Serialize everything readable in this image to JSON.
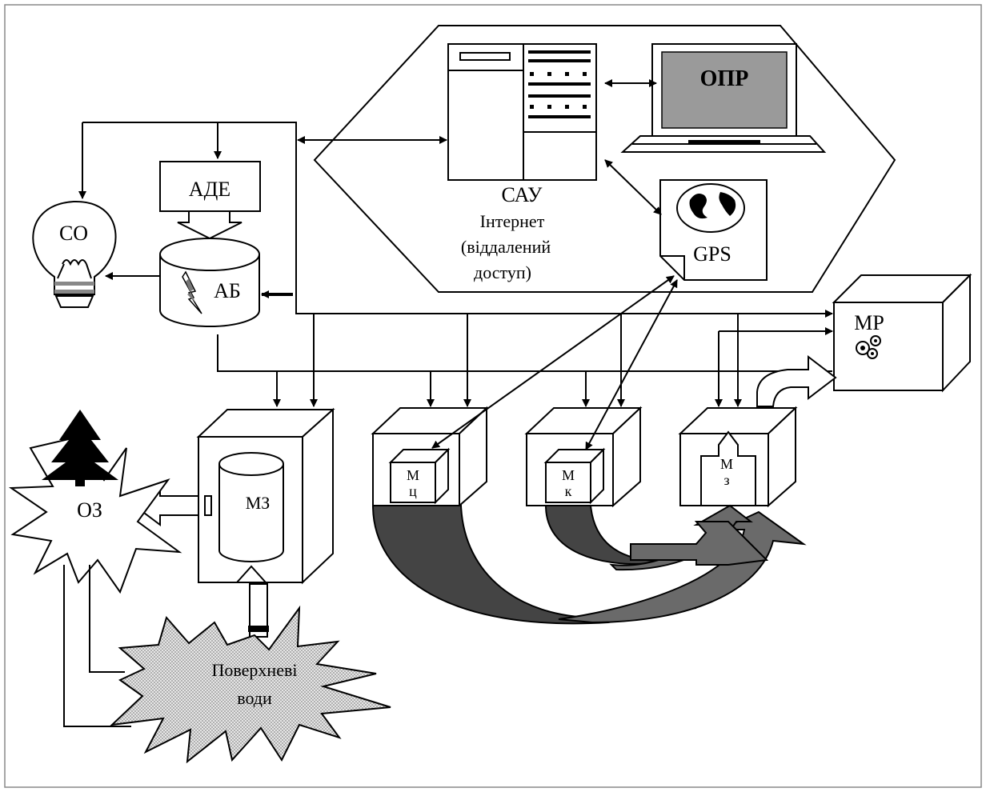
{
  "labels": {
    "sau": "САУ",
    "internet_line1": "Інтернет",
    "internet_line2": "(віддалений",
    "internet_line3": "доступ)",
    "opr": "ОПР",
    "gps": "GPS",
    "ade": "АДЕ",
    "ab": "АБ",
    "so": "СО",
    "mr": "МР",
    "mz": "МЗ",
    "oz": "ОЗ",
    "mc_m": "М",
    "mc_sub": "ц",
    "mk_m": "М",
    "mk_sub": "к",
    "mz2_m": "М",
    "mz2_sub": "з",
    "waters_line1": "Поверхневі",
    "waters_line2": "води"
  },
  "colors": {
    "line": "#000000",
    "flow_dark": "#444444",
    "flow_mid": "#6a6a6a",
    "screen_fill": "#9a9a9a",
    "stipple": "#cfcfcf"
  },
  "icons": {
    "laptop": "laptop-icon",
    "globe": "globe-icon",
    "bulb": "light-bulb-icon",
    "lightning": "lightning-icon",
    "tree": "tree-icon",
    "gears": "gears-icon",
    "server": "server-cabinet-icon"
  }
}
